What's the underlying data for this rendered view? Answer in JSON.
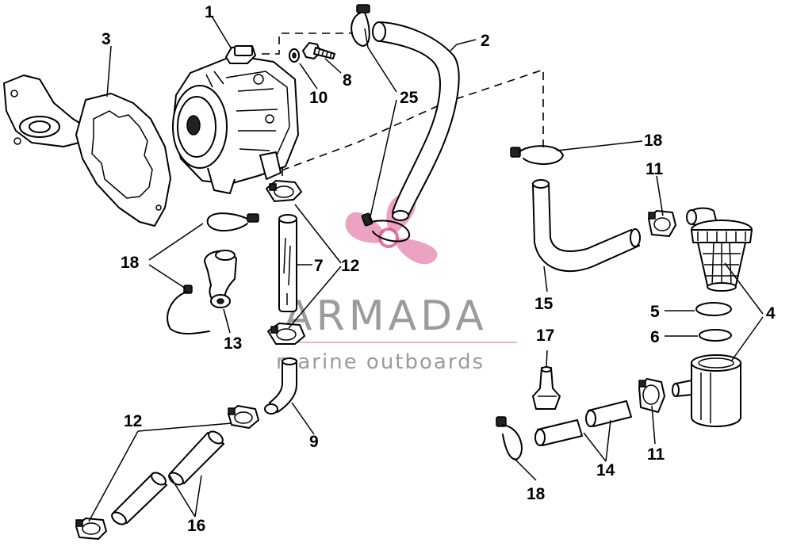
{
  "callouts": {
    "n1": "1",
    "n2": "2",
    "n3": "3",
    "n4": "4",
    "n5": "5",
    "n6": "6",
    "n7": "7",
    "n8": "8",
    "n9": "9",
    "n10": "10",
    "n11a": "11",
    "n11b": "11",
    "n12a": "12",
    "n12b": "12",
    "n13": "13",
    "n14": "14",
    "n15": "15",
    "n16": "16",
    "n17": "17",
    "n18a": "18",
    "n18b": "18",
    "n18c": "18",
    "n25": "25"
  },
  "watermark": {
    "brand": "ARMADA",
    "tagline": "marine outboards",
    "logo": "propeller-logo",
    "color": "#d9578f"
  }
}
